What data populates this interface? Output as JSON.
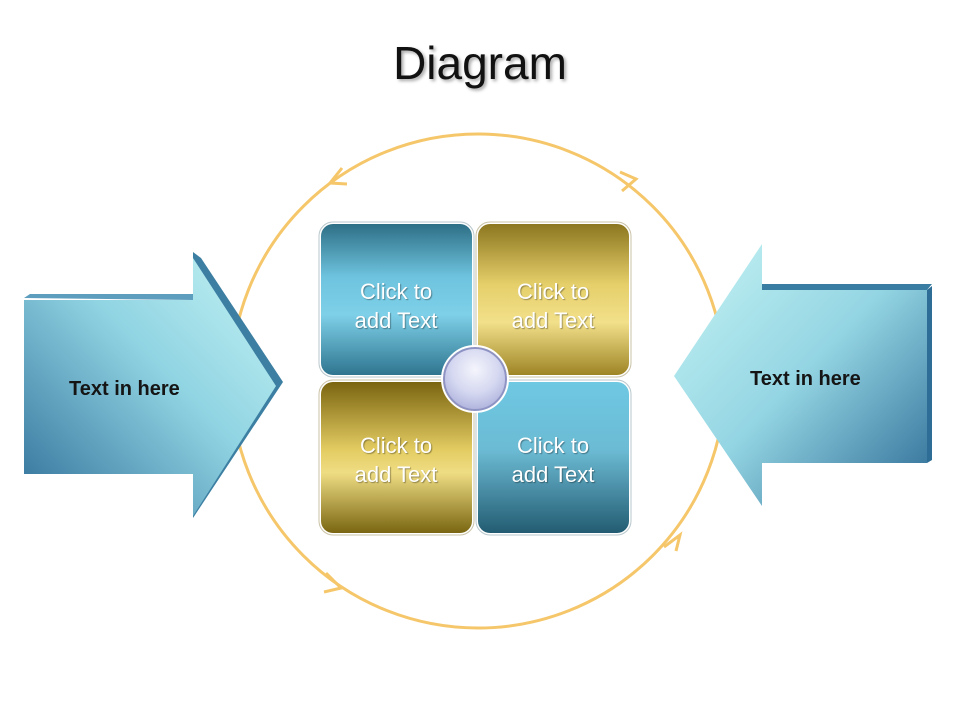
{
  "title": "Diagram",
  "left_arrow": {
    "label": "Text in here"
  },
  "right_arrow": {
    "label": "Text in here"
  },
  "tiles": [
    {
      "label_line1": "Click to",
      "label_line2": "add Text"
    },
    {
      "label_line1": "Click to",
      "label_line2": "add Text"
    },
    {
      "label_line1": "Click to",
      "label_line2": "add Text"
    },
    {
      "label_line1": "Click to",
      "label_line2": "add Text"
    }
  ],
  "colors": {
    "cycle_ring": "#F5C76A",
    "teal_tile": "#3E8EA8",
    "gold_tile": "#C9AC3A",
    "arrow_light": "#BFF0F2",
    "arrow_dark": "#2D6E96",
    "center_knob": "#C9CDEB"
  }
}
